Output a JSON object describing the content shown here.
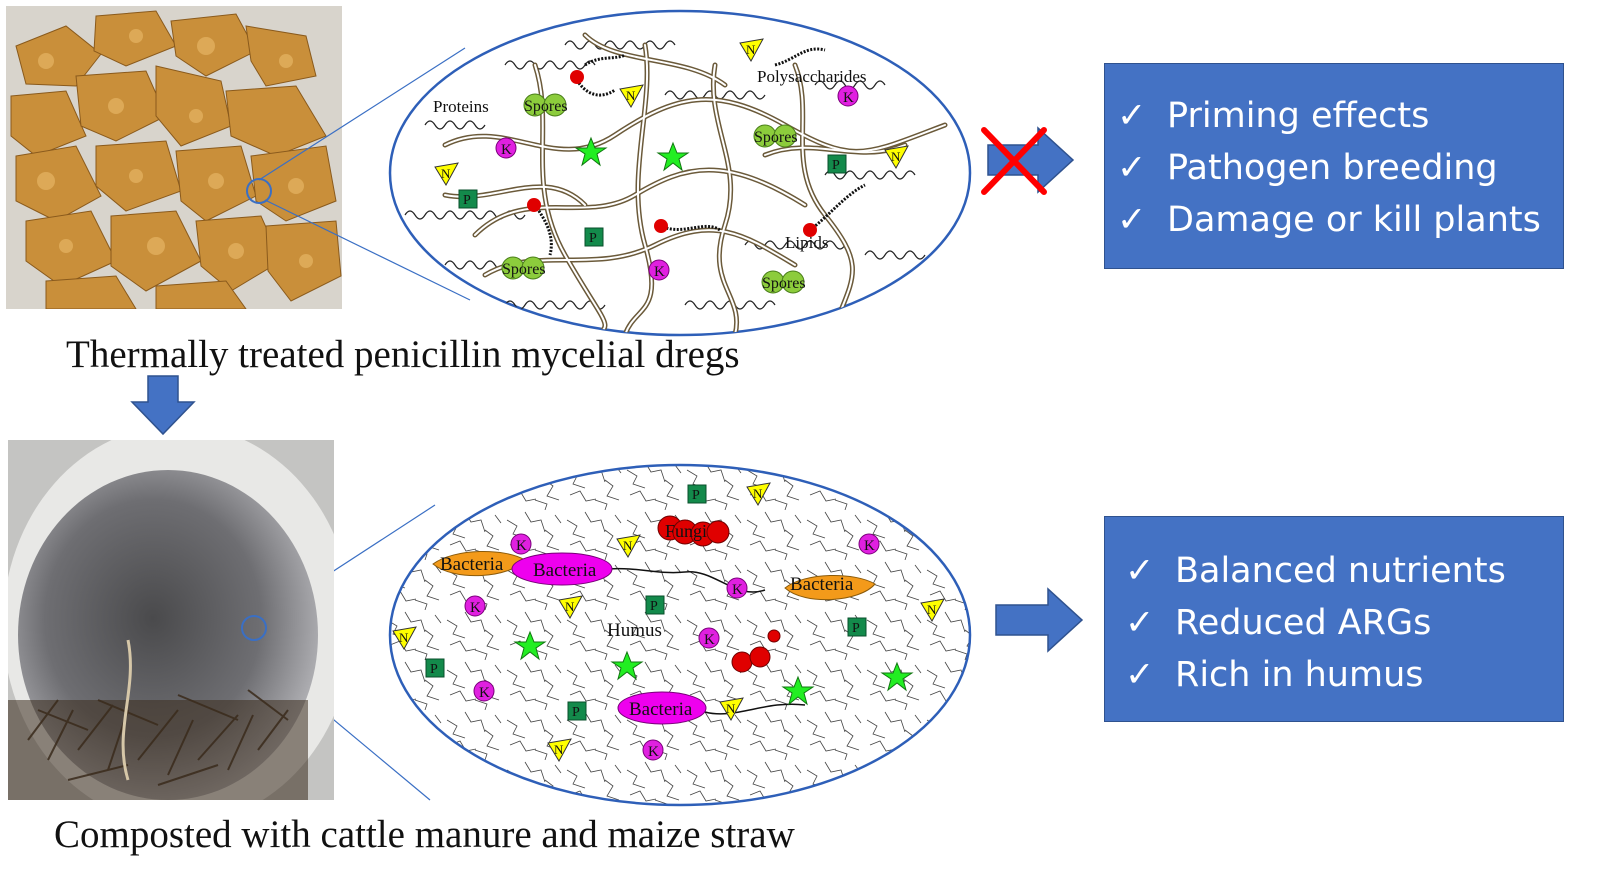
{
  "top": {
    "caption": "Thermally treated  penicillin mycelial dregs",
    "ellipse_labels": {
      "proteins": "Proteins",
      "polysaccharides": "Polysaccharides",
      "lipids": "Lipids",
      "spores": "Spores",
      "n": "N",
      "p": "P",
      "k": "K"
    },
    "effects": [
      "Priming effects",
      "Pathogen breeding",
      "Damage or kill plants"
    ]
  },
  "bottom": {
    "caption": "Composted with cattle manure and maize straw",
    "ellipse_labels": {
      "bacteria": "Bacteria",
      "fungi": "Fungi",
      "humus": "Humus",
      "n": "N",
      "p": "P",
      "k": "K"
    },
    "effects": [
      "Balanced nutrients",
      "Reduced ARGs",
      "Rich in humus"
    ]
  },
  "check_glyph": "✓",
  "colors": {
    "box_blue": "#4472c4",
    "arrow_blue": "#4472c4",
    "ellipse_outline": "#2e5fb8",
    "cross_red": "#ff0000",
    "nutrient_k": "#e020e0",
    "nutrient_p": "#138a4b",
    "nutrient_n": "#ffff00",
    "star_green": "#22ee22",
    "spore_green": "#8ccc3c",
    "lipid_red": "#e00000",
    "bacteria_magenta": "#ee00ee",
    "bacteria_orange": "#f39a1a"
  }
}
